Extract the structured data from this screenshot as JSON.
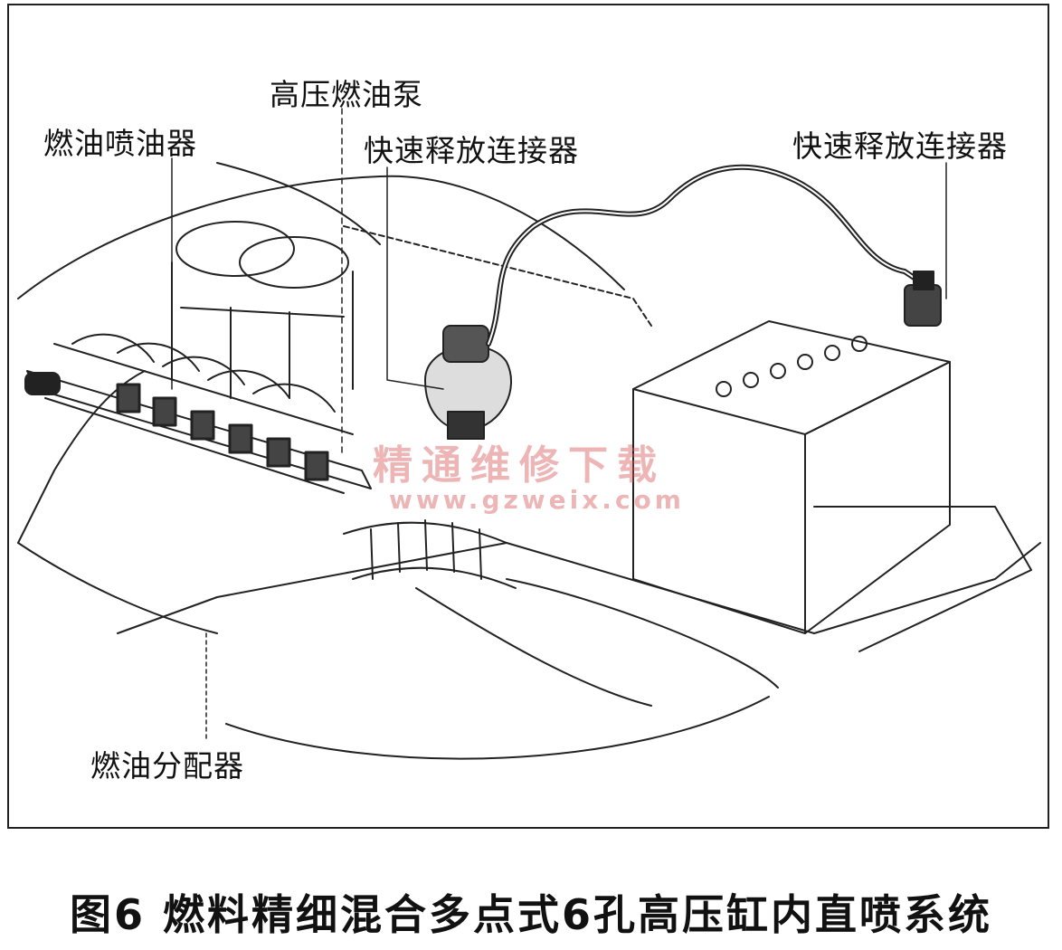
{
  "labels": {
    "high_pressure_pump": "高压燃油泵",
    "injector": "燃油喷油器",
    "quick_release_left": "快速释放连接器",
    "quick_release_right": "快速释放连接器",
    "distributor": "燃油分配器"
  },
  "watermark": {
    "line1": "精通维修下载",
    "line2": "www.gzweix.com"
  },
  "caption": "图6  燃料精细混合多点式6孔高压缸内直喷系统"
}
